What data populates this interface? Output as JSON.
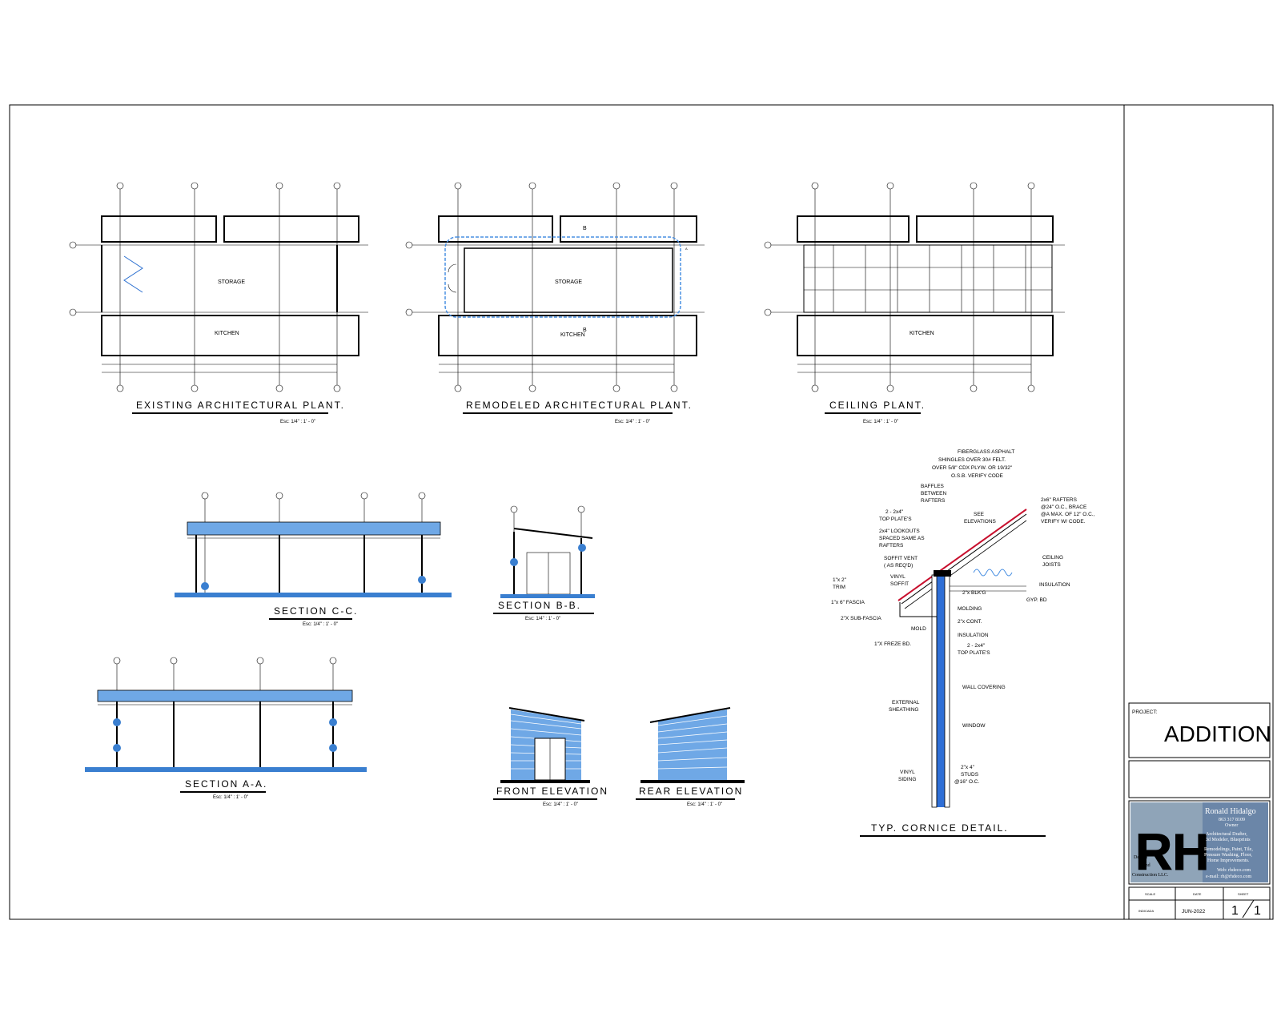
{
  "plans": {
    "existing": {
      "title": "EXISTING ARCHITECTURAL PLANT.",
      "scale": "Esc: 1/4\" : 1' - 0\"",
      "room_storage": "STORAGE",
      "room_kitchen": "KITCHEN"
    },
    "remodeled": {
      "title": "REMODELED ARCHITECTURAL PLANT.",
      "scale": "Esc: 1/4\" : 1' - 0\"",
      "room_storage": "STORAGE",
      "room_kitchen": "KITCHEN",
      "section_mark_b": "B",
      "section_mark_a": "A"
    },
    "ceiling": {
      "title": "CEILING PLANT.",
      "scale": "Esc: 1/4\" : 1' - 0\"",
      "room_kitchen": "KITCHEN"
    }
  },
  "sections": {
    "cc": {
      "title": "SECTION C-C.",
      "scale": "Esc: 1/4\" : 1' - 0\""
    },
    "bb": {
      "title": "SECTION B-B.",
      "scale": "Esc: 1/4\" : 1' - 0\""
    },
    "aa": {
      "title": "SECTION A-A.",
      "scale": "Esc: 1/4\" : 1' - 0\""
    }
  },
  "elevations": {
    "front": {
      "title": "FRONT ELEVATION",
      "scale": "Esc: 1/4\" : 1' - 0\""
    },
    "rear": {
      "title": "REAR ELEVATION",
      "scale": "Esc: 1/4\" : 1' - 0\""
    }
  },
  "cornice": {
    "title": "TYP. CORNICE DETAIL.",
    "labels": {
      "shingles1": "FIBERGLASS ASPHALT",
      "shingles2": "SHINGLES OVER 30# FELT.",
      "shingles3": "OVER 5/8\" CDX PLYW. OR 19/32\"",
      "shingles4": "O.S.B. VERIFY CODE",
      "baffles1": "BAFFLES",
      "baffles2": "BETWEEN",
      "baffles3": "RAFTERS",
      "rafters1": "2x6\" RAFTERS",
      "rafters2": "@24\" O.C., BRACE",
      "rafters3": "@A MAX. OF 12\" O.C.,",
      "rafters4": "VERIFY W/ CODE.",
      "topplate1": "2 - 2x4\"",
      "topplate2": "TOP PLATE'S",
      "see1": "SEE",
      "see2": "ELEVATIONS",
      "lookouts1": "2x4\" LOOKOUTS",
      "lookouts2": "SPACED SAME AS",
      "lookouts3": "RAFTERS",
      "ceiling1": "CEILING",
      "ceiling2": "JOISTS",
      "soffitvent1": "SOFFIT VENT",
      "soffitvent2": "( AS REQ'D)",
      "insulation_top": "INSULATION",
      "vinyl1": "VINYL",
      "vinyl2": "SOFFIT",
      "trim1": "1\"x 2\"",
      "trim2": "TRIM",
      "blk": "2\"x BLK'G",
      "gyp": "GYP. BD",
      "fascia": "1\"x 6\" FASCIA",
      "molding": "MOLDING",
      "subfascia": "2\"X SUB-FASCIA",
      "cont": "2\"x CONT.",
      "mold": "MOLD",
      "insulation": "INSULATION",
      "freze": "1\"X FREZE BD.",
      "tp2_1": "2 - 2x4\"",
      "tp2_2": "TOP PLATE'S",
      "wall": "WALL COVERING",
      "ext1": "EXTERNAL",
      "ext2": "SHEATHING",
      "window": "WINDOW",
      "vsiding1": "VINYL",
      "vsiding2": "SIDING",
      "studs1": "2\"x 4\"",
      "studs2": "STUDS",
      "studs3": "@16\" O.C."
    }
  },
  "title_block": {
    "project_label": "PROJECT:",
    "project_name": "ADDITION",
    "owner_name": "Ronald Hidalgo",
    "owner_phone": "863 317 8109",
    "owner_role": "Owner",
    "services1": "Architectural Drafter,",
    "services2": "3d Modeler, Blueprints",
    "services3": "Remodelings, Paint, Tile,",
    "services4": "Pressure Washing, Floor,",
    "services5": "Home Improvements.",
    "web": "Web: rhdeco.com",
    "email": "e-mail: rh@rhdeco.com",
    "logo_letters": "RH",
    "logo_sub1": "Design",
    "logo_sub2": "and",
    "logo_sub3": "Construction LLC.",
    "scale_label": "SCALE",
    "date_label": "DATE",
    "sheet_label": "SHEET",
    "scale_value": "INDICADA",
    "date_value": "JUN-2022",
    "sheet_num": "1",
    "sheet_total": "1"
  },
  "colors": {
    "blue": "#3a7fd0",
    "light_blue": "#6fa8e6",
    "red": "#c8102e"
  }
}
